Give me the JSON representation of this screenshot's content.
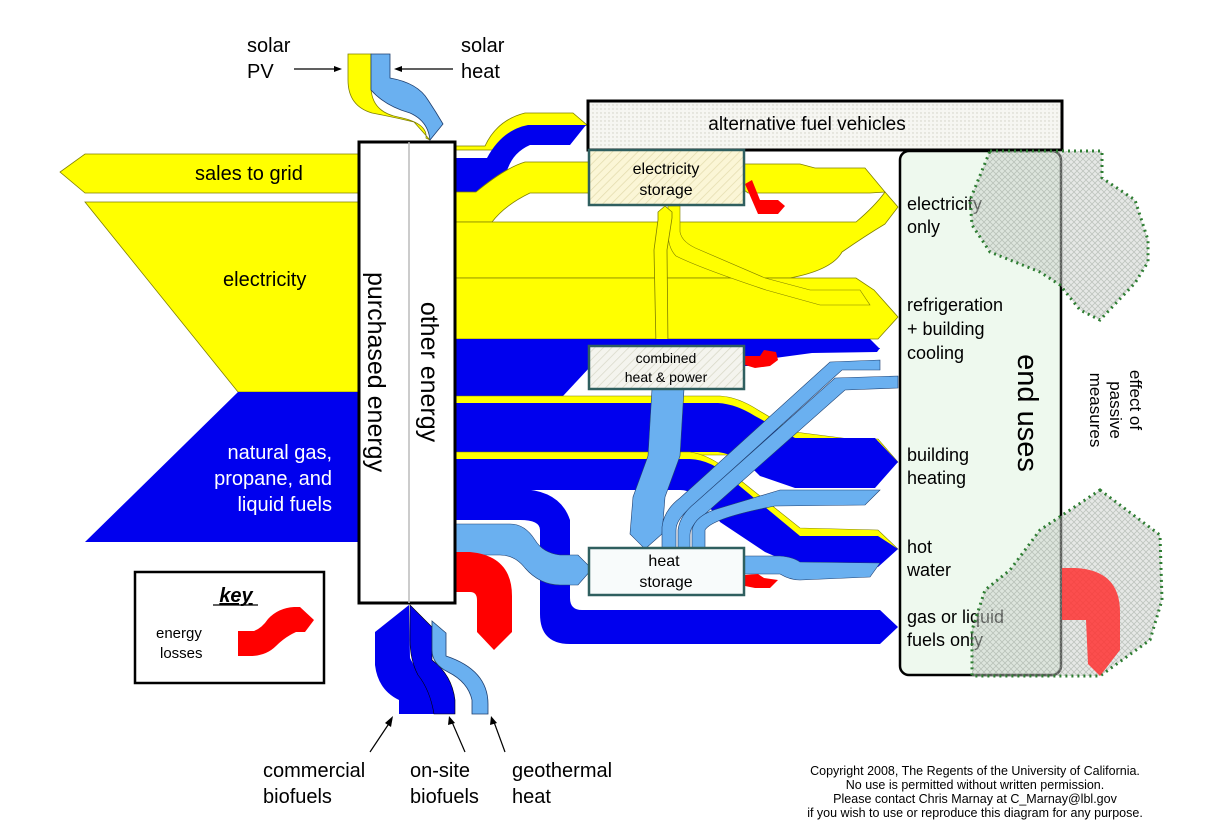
{
  "diagram": {
    "title": "Building energy flow diagram",
    "colors": {
      "electricity": "#FFFF00",
      "natural_gas_fuels": "#0000EE",
      "heat": "#6AB0F0",
      "losses": "#FF0000",
      "end_uses_box": "#EEF9EE",
      "passive_measures": "#2E7D32",
      "outline": "#000000",
      "device_box_border": "#2F5F5F"
    },
    "sources": {
      "solar_pv": [
        "solar",
        "PV"
      ],
      "solar_heat": [
        "solar",
        "heat"
      ],
      "sales_to_grid": "sales to grid",
      "electricity": "electricity",
      "natural_gas": [
        "natural gas,",
        "propane, and",
        "liquid fuels"
      ],
      "commercial_biofuels": [
        "commercial",
        "biofuels"
      ],
      "onsite_biofuels": [
        "on-site",
        "biofuels"
      ],
      "geothermal_heat": [
        "geothermal",
        "heat"
      ]
    },
    "hub": {
      "purchased_energy": "purchased energy",
      "other_energy": "other energy"
    },
    "devices": {
      "alternative_fuel_vehicles": "alternative fuel vehicles",
      "electricity_storage": [
        "electricity",
        "storage"
      ],
      "combined_heat_power": [
        "combined",
        "heat & power"
      ],
      "heat_storage": [
        "heat",
        "storage"
      ]
    },
    "end_uses": {
      "title": "end uses",
      "items": [
        [
          "electricity",
          "only"
        ],
        [
          "refrigeration",
          "+ building",
          "cooling"
        ],
        [
          "building",
          "heating"
        ],
        [
          "hot",
          "water"
        ],
        [
          "gas or liquid",
          "fuels only"
        ]
      ]
    },
    "passive_measures": [
      "effect of",
      "passive",
      "measures"
    ],
    "key": {
      "title": "key",
      "entry": [
        "energy",
        "losses"
      ]
    },
    "copyright": [
      "Copyright 2008, The Regents of the University of California.",
      "No use is permitted without written permission.",
      "Please contact  Chris Marnay at C_Marnay@lbl.gov",
      "if you wish to use or reproduce this diagram for any purpose."
    ]
  }
}
